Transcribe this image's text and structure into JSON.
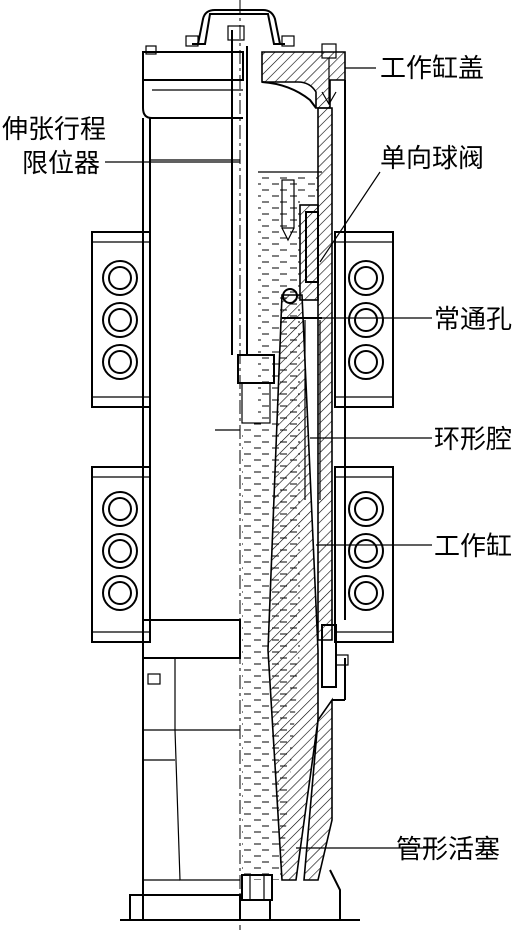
{
  "diagram": {
    "labels": {
      "cylinder_cover": "工作缸盖",
      "stroke_limiter_line1": "伸张行程",
      "stroke_limiter_line2": "限位器",
      "check_ball_valve": "单向球阀",
      "orifice": "常通孔",
      "annular_chamber": "环形腔",
      "working_cylinder": "工作缸",
      "tubular_piston": "管形活塞"
    }
  }
}
